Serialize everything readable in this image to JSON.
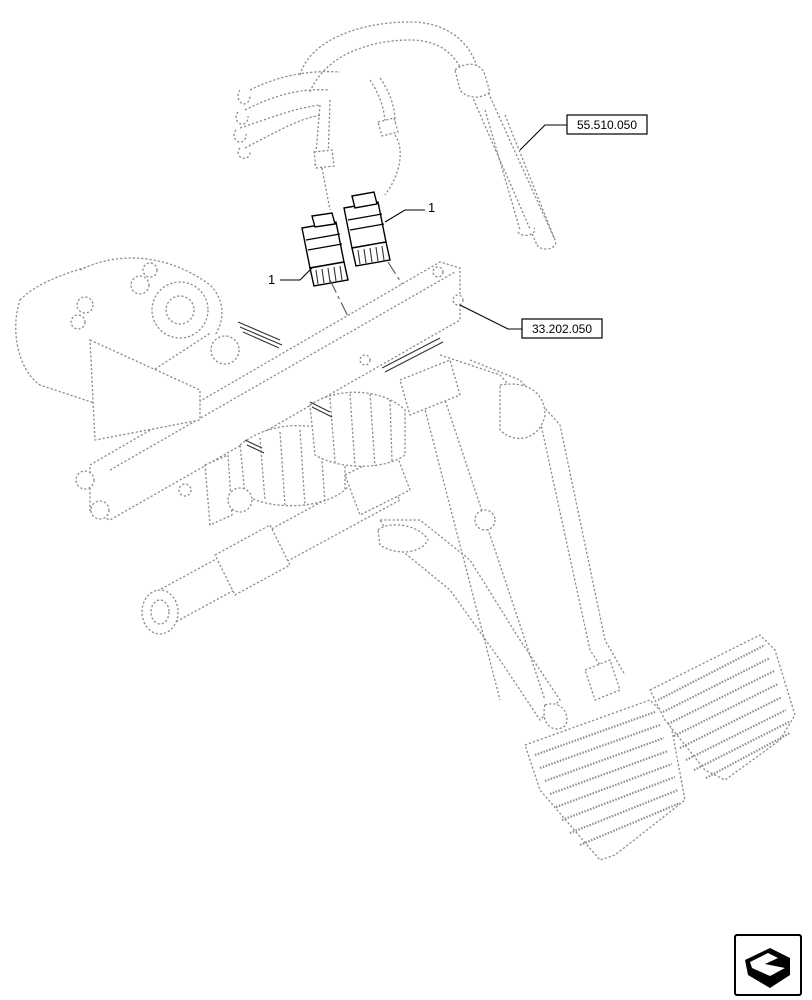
{
  "callouts": {
    "connector_label_a": "1",
    "connector_label_b": "1"
  },
  "references": {
    "ref_top": "55.510.050",
    "ref_mid": "33.202.050"
  },
  "icons": {
    "nav": "next-page-arrow-icon"
  }
}
